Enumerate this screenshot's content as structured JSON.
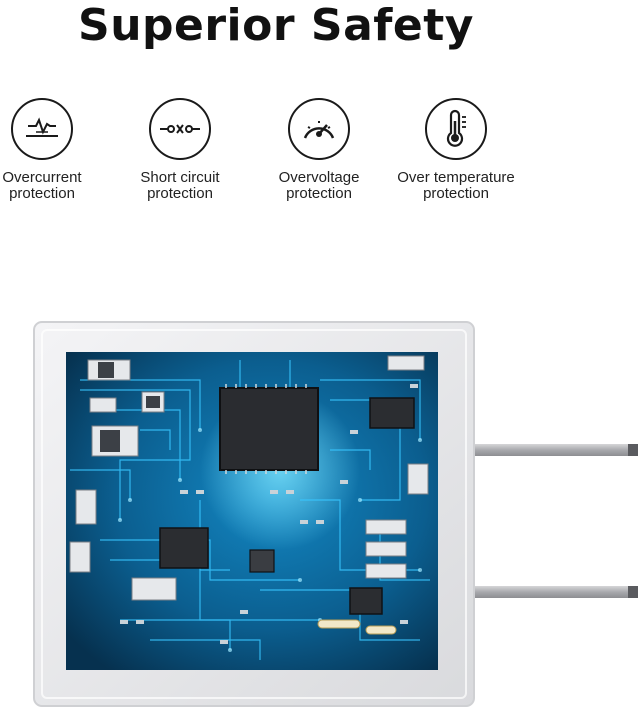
{
  "title": "Superior Safety",
  "features": [
    {
      "icon": "overcurrent-waveform-icon",
      "label": "Overcurrent\nprotection"
    },
    {
      "icon": "short-circuit-icon",
      "label": "Short circuit\nprotection"
    },
    {
      "icon": "gauge-icon",
      "label": "Overvoltage\nprotection"
    },
    {
      "icon": "thermometer-icon",
      "label": "Over temperature\nprotection"
    }
  ],
  "colors": {
    "accent": "#111111",
    "board": "#0b5e8f",
    "trace": "#38c6ff",
    "casing": "#ececee"
  }
}
